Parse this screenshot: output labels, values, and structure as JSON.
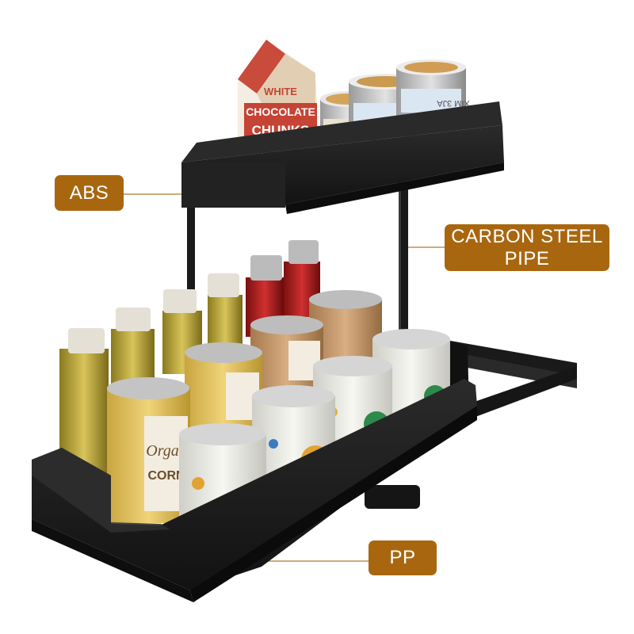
{
  "callouts": {
    "abs": "ABS",
    "pipe_line1": "CARBON STEEL",
    "pipe_line2": "PIPE",
    "pp": "PP"
  },
  "product_text": {
    "box_line1": "WHITE",
    "box_line2": "CHOCOLATE",
    "box_line3": "CHUNKS",
    "can_brand": "Orga",
    "can_word": "CORN",
    "tin_label": "XIM 3JA"
  },
  "colors": {
    "callout_bg": "#a8670f",
    "callout_line": "#b07a2a",
    "rack": "#1d1d1d"
  }
}
